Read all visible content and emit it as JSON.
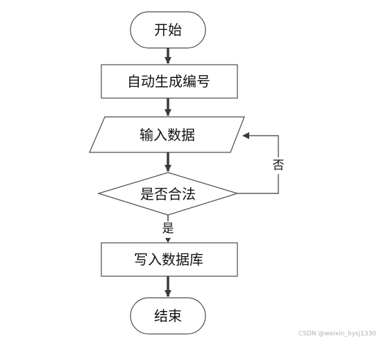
{
  "nodes": {
    "start": "开始",
    "auto_number": "自动生成编号",
    "input_data": "输入数据",
    "decision": "是否合法",
    "write_db": "写入数据库",
    "end": "结束"
  },
  "edges": {
    "no_label": "否",
    "yes_label": "是"
  },
  "watermark": "CSDN @weixin_bysj1330"
}
